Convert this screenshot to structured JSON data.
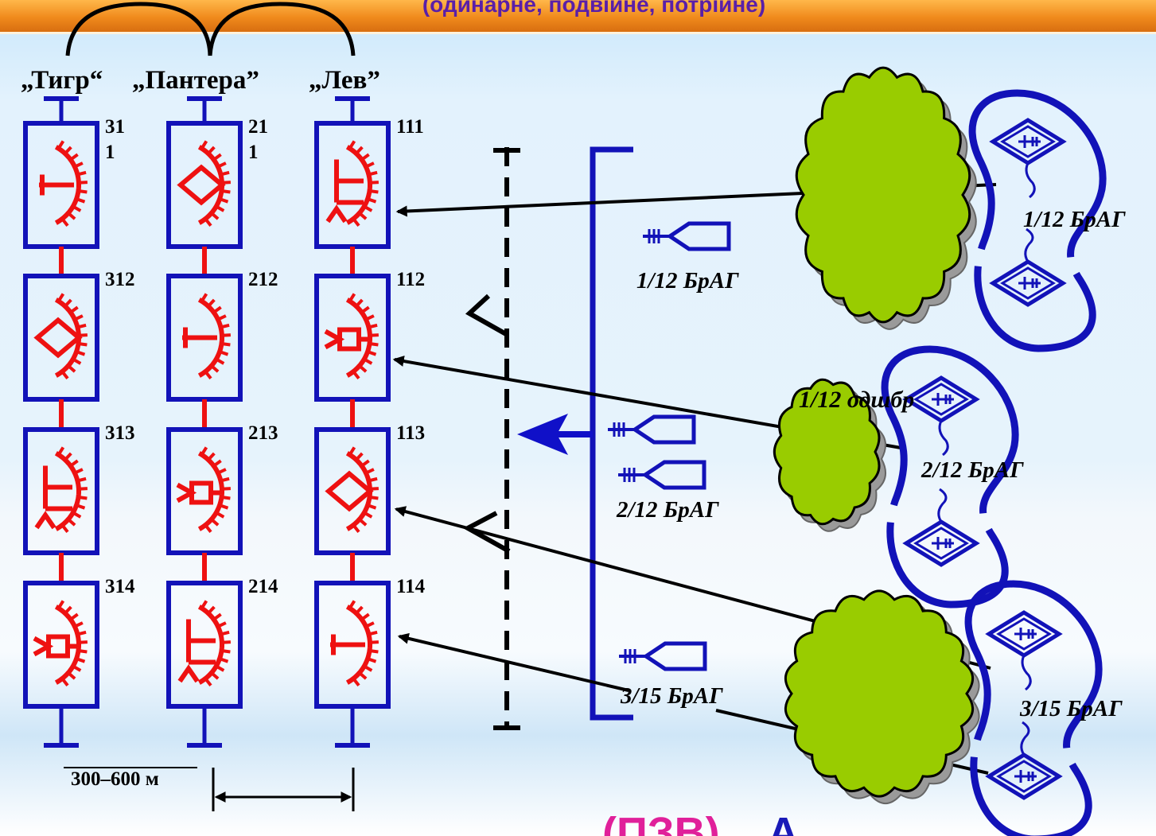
{
  "header": {
    "subtitle": "(одинарне, подвійне, потрійне)"
  },
  "units": [
    {
      "name": "„Тигр“",
      "positions": [
        {
          "id": "31\n1",
          "symbol": "anti-tank-gun"
        },
        {
          "id": "312",
          "symbol": "command-post"
        },
        {
          "id": "313",
          "symbol": "tank"
        },
        {
          "id": "314",
          "symbol": "infantry-vehicle"
        }
      ]
    },
    {
      "name": "„Пантера”",
      "positions": [
        {
          "id": "21\n1",
          "symbol": "command-post"
        },
        {
          "id": "212",
          "symbol": "anti-tank-gun"
        },
        {
          "id": "213",
          "symbol": "infantry-vehicle"
        },
        {
          "id": "214",
          "symbol": "tank"
        }
      ]
    },
    {
      "name": "„Лев”",
      "positions": [
        {
          "id": "111",
          "symbol": "tank"
        },
        {
          "id": "112",
          "symbol": "infantry-vehicle"
        },
        {
          "id": "113",
          "symbol": "command-post"
        },
        {
          "id": "114",
          "symbol": "anti-tank-gun"
        }
      ]
    }
  ],
  "labels": {
    "distance": "300–600 м",
    "artillery_group_1": "1/12 БрАГ",
    "artillery_group_2": "2/12 БрАГ",
    "separate_battalion": "1/12 одшбр",
    "artillery_group_3": "3/15 БрАГ",
    "right_group_1": "1/12 БрАГ",
    "right_group_2": "2/12 БрАГ",
    "right_group_3": "3/15 БрАГ"
  },
  "footer": {
    "fragment_1": "(ПЗВ)",
    "fragment_2": "А"
  },
  "colors": {
    "header": "#f08a1c",
    "header_text": "#5a1fa8",
    "frame_blue": "#1212b8",
    "symbol_red": "#ee1111",
    "arrow_blue": "#1010c8",
    "tree_green": "#99cc00",
    "footer_magenta": "#e0209a",
    "footer_blue": "#1a1ab8"
  }
}
